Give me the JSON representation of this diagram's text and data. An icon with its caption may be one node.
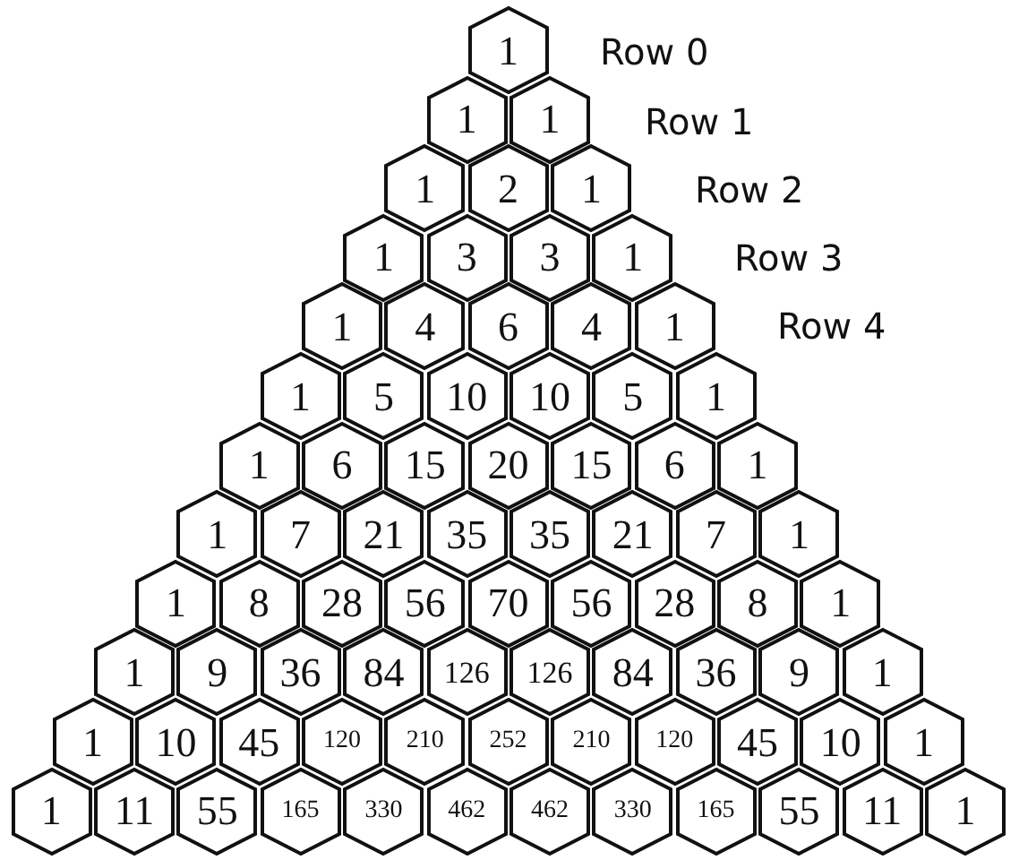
{
  "diagram": {
    "nodes": [
      {
        "text": [
          "1"
        ]
      },
      {
        "text": [
          "1"
        ]
      },
      {
        "text": [
          "1"
        ]
      },
      {
        "text": [
          "1"
        ]
      },
      {
        "text": [
          "2"
        ]
      },
      {
        "text": [
          "1"
        ]
      },
      {
        "text": [
          "1"
        ]
      },
      {
        "text": [
          "3"
        ]
      },
      {
        "text": [
          "3"
        ]
      },
      {
        "text": [
          "1"
        ]
      },
      {
        "text": [
          "1"
        ]
      },
      {
        "text": [
          "4"
        ]
      },
      {
        "text": [
          "6"
        ]
      },
      {
        "text": [
          "4"
        ]
      },
      {
        "text": [
          "1"
        ]
      },
      {
        "text": [
          "1"
        ]
      },
      {
        "text": [
          "5"
        ]
      },
      {
        "text": [
          "10"
        ]
      },
      {
        "text": [
          "10"
        ]
      },
      {
        "text": [
          "5"
        ]
      },
      {
        "text": [
          "1"
        ]
      },
      {
        "text": [
          "1"
        ]
      },
      {
        "text": [
          "6"
        ]
      },
      {
        "text": [
          "15"
        ]
      },
      {
        "text": [
          "20"
        ]
      },
      {
        "text": [
          "15"
        ]
      },
      {
        "text": [
          "6"
        ]
      },
      {
        "text": [
          "1"
        ]
      },
      {
        "text": [
          "1"
        ]
      },
      {
        "text": [
          "7"
        ]
      },
      {
        "text": [
          "21"
        ]
      },
      {
        "text": [
          "35"
        ]
      },
      {
        "text": [
          "35"
        ]
      },
      {
        "text": [
          "21"
        ]
      },
      {
        "text": [
          "7"
        ]
      },
      {
        "text": [
          "1"
        ]
      },
      {
        "text": [
          "1"
        ]
      },
      {
        "text": [
          "8"
        ]
      },
      {
        "text": [
          "28"
        ]
      },
      {
        "text": [
          "56"
        ]
      },
      {
        "text": [
          "70"
        ]
      },
      {
        "text": [
          "56"
        ]
      },
      {
        "text": [
          "28"
        ]
      },
      {
        "text": [
          "8"
        ]
      },
      {
        "text": [
          "1"
        ]
      },
      {
        "text": [
          "1"
        ]
      },
      {
        "text": [
          "9"
        ]
      },
      {
        "text": [
          "36"
        ]
      },
      {
        "text": [
          "84"
        ]
      },
      {
        "text": [
          "126"
        ]
      },
      {
        "text": [
          "126"
        ]
      },
      {
        "text": [
          "84"
        ]
      },
      {
        "text": [
          "36"
        ]
      },
      {
        "text": [
          "9"
        ]
      },
      {
        "text": [
          "1"
        ]
      },
      {
        "text": [
          "1"
        ]
      },
      {
        "text": [
          "10"
        ]
      },
      {
        "text": [
          "45"
        ]
      },
      {
        "text": [
          "120"
        ]
      },
      {
        "text": [
          "210"
        ]
      },
      {
        "text": [
          "252"
        ]
      },
      {
        "text": [
          "210"
        ]
      },
      {
        "text": [
          "120"
        ]
      },
      {
        "text": [
          "45"
        ]
      },
      {
        "text": [
          "10"
        ]
      },
      {
        "text": [
          "1"
        ]
      },
      {
        "text": [
          "1"
        ]
      },
      {
        "text": [
          "11"
        ]
      },
      {
        "text": [
          "55"
        ]
      },
      {
        "text": [
          "165"
        ]
      },
      {
        "text": [
          "330"
        ]
      },
      {
        "text": [
          "462"
        ]
      },
      {
        "text": [
          "462"
        ]
      },
      {
        "text": [
          "330"
        ]
      },
      {
        "text": [
          "165"
        ]
      },
      {
        "text": [
          "55"
        ]
      },
      {
        "text": [
          "11"
        ]
      },
      {
        "text": [
          "1"
        ]
      }
    ],
    "labels": [
      "Row 0",
      "Row 1",
      "Row 2",
      "Row 3",
      "Row 4"
    ]
  }
}
